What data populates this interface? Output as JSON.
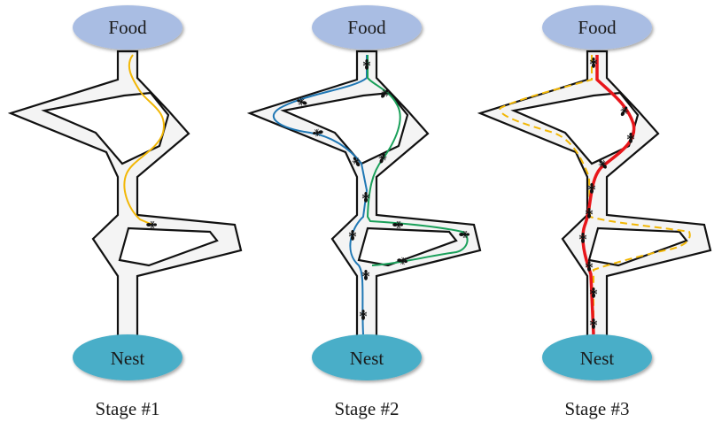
{
  "diagram": {
    "food_label": "Food",
    "nest_label": "Nest",
    "stages": [
      {
        "label": "Stage #1"
      },
      {
        "label": "Stage #2"
      },
      {
        "label": "Stage #3"
      }
    ]
  },
  "colors": {
    "food_fill": "#a9bde3",
    "nest_fill": "#4aaec8",
    "corridor_fill": "#f4f4f4",
    "path_yellow": "#f2b705",
    "path_blue": "#1f77b4",
    "path_green": "#1aa05a",
    "path_red": "#e8161b"
  }
}
